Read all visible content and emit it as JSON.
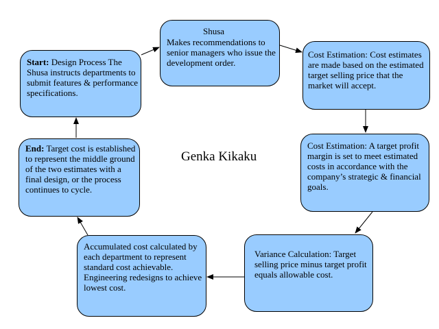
{
  "title": "Genka Kikaku",
  "nodes": {
    "shusa": {
      "heading": "Shusa",
      "body": "Makes recommendations to senior managers who issue the development order."
    },
    "cost_est_1": {
      "body": "Cost Estimation: Cost estimates are made based on the estimated target selling price that the market will accept."
    },
    "cost_est_2": {
      "body": "Cost Estimation: A target profit margin is set to meet estimated costs in accordance with the company’s strategic & financial goals."
    },
    "variance": {
      "body": "Variance Calculation: Target selling price minus target profit equals allowable cost."
    },
    "accumulated": {
      "body": "Accumulated cost calculated by each department to represent standard cost achievable. Engineering redesigns to achieve lowest cost."
    },
    "end": {
      "label": "End:",
      "body": "Target cost is established to represent the middle ground of the two estimates with a final design, or the process continues to cycle."
    },
    "start": {
      "label": "Start:",
      "body": "Design Process The Shusa instructs departments to submit features & performance specifications."
    }
  }
}
